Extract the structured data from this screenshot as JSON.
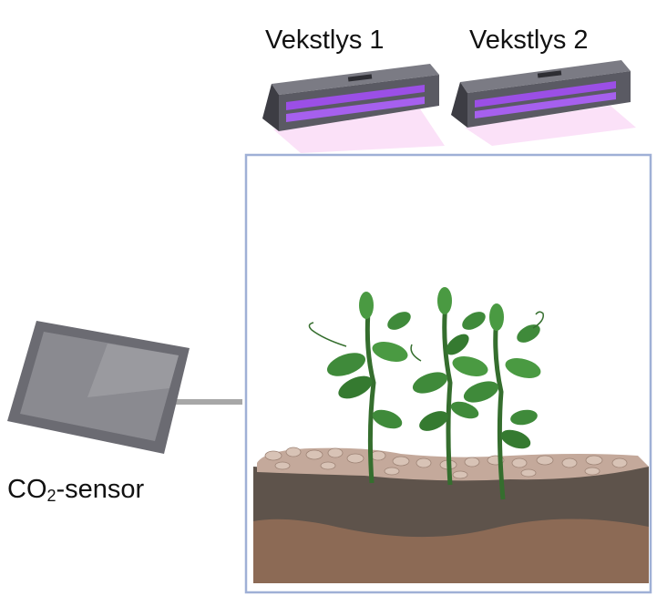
{
  "lights": [
    {
      "label": "Vekstlys 1"
    },
    {
      "label": "Vekstlys 2"
    }
  ],
  "sensor": {
    "label_prefix": "CO",
    "label_sub": "2",
    "label_suffix": "-sensor"
  },
  "colors": {
    "frame": "#9fb0d6",
    "tube": "#9b4fe6",
    "glow": "#f7c9f2",
    "housing": "#57575f",
    "leaf": "#3f8a3a",
    "stem": "#356e2e",
    "gravel": "#c4a99b",
    "soil_top": "#5e534b",
    "soil_bottom": "#8c6a55"
  }
}
